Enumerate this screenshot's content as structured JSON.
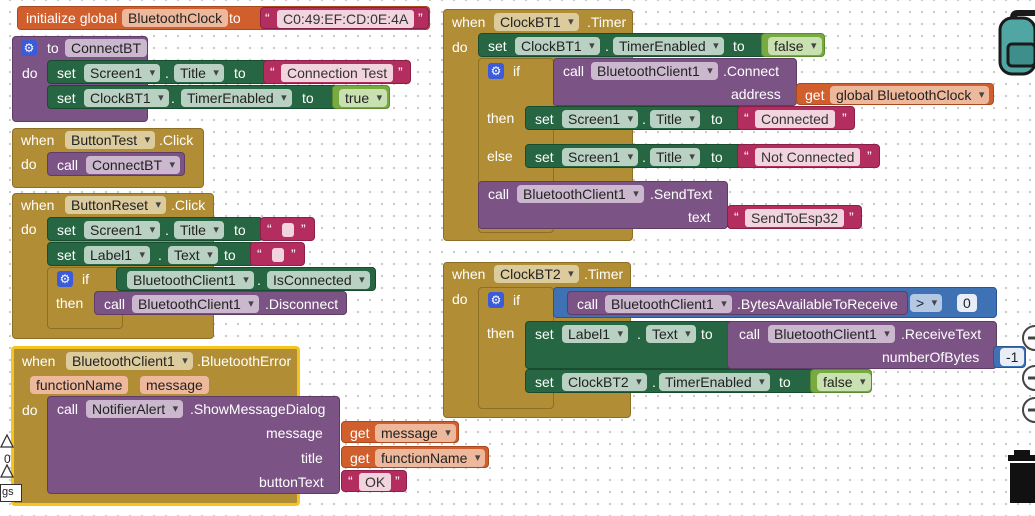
{
  "global": {
    "initialize": "initialize global",
    "name": "BluetoothClock",
    "to": "to",
    "value": "C0:49:EF:CD:0E:4A"
  },
  "kw": {
    "to": "to",
    "do": "do",
    "set": "set",
    "when": "when",
    "call": "call",
    "if": "if",
    "then": "then",
    "else": "else",
    "get": "get",
    "dot": ".",
    "address": "address",
    "text": "text",
    "message": "message",
    "title": "title",
    "buttonText": "buttonText",
    "numberOfBytes": "numberOfBytes"
  },
  "connectBT": {
    "proc": "ConnectBT",
    "s1": {
      "comp": "Screen1",
      "prop": "Title",
      "val": "Connection Test"
    },
    "s2": {
      "comp": "ClockBT1",
      "prop": "TimerEnabled",
      "val": "true"
    }
  },
  "buttonTest": {
    "comp": "ButtonTest",
    "event": ".Click",
    "call": "ConnectBT"
  },
  "buttonReset": {
    "comp": "ButtonReset",
    "event": ".Click",
    "s1": {
      "comp": "Screen1",
      "prop": "Title"
    },
    "s2": {
      "comp": "Label1",
      "prop": "Text"
    },
    "ifComp": "BluetoothClient1",
    "ifProp": "IsConnected",
    "callComp": "BluetoothClient1",
    "callMethod": ".Disconnect"
  },
  "btError": {
    "comp": "BluetoothClient1",
    "event": ".BluetoothError",
    "params": [
      "functionName",
      "message"
    ],
    "callComp": "NotifierAlert",
    "callMethod": ".ShowMessageDialog",
    "arg_message": "message",
    "arg_title": "functionName",
    "arg_button": "OK"
  },
  "clockBT1": {
    "comp": "ClockBT1",
    "event": ".Timer",
    "s1": {
      "comp": "ClockBT1",
      "prop": "TimerEnabled",
      "val": "false"
    },
    "connectComp": "BluetoothClient1",
    "connectMethod": ".Connect",
    "addrVar": "global BluetoothClock",
    "then": {
      "comp": "Screen1",
      "prop": "Title",
      "val": "Connected"
    },
    "else": {
      "comp": "Screen1",
      "prop": "Title",
      "val": "Not Connected"
    },
    "sendComp": "BluetoothClient1",
    "sendMethod": ".SendText",
    "sendVal": "SendToEsp32"
  },
  "clockBT2": {
    "comp": "ClockBT2",
    "event": ".Timer",
    "ifComp": "BluetoothClient1",
    "ifMethod": ".BytesAvailableToReceive",
    "op": ">",
    "num": "0",
    "s1": {
      "comp": "Label1",
      "prop": "Text"
    },
    "recvComp": "BluetoothClient1",
    "recvMethod": ".ReceiveText",
    "recvNum": "-1",
    "s2": {
      "comp": "ClockBT2",
      "prop": "TimerEnabled",
      "val": "false"
    }
  },
  "zoom": {
    "value": "0",
    "label": "gs"
  },
  "icons": [
    "gear-icon",
    "backpack-icon",
    "trash-icon",
    "zoom-in-icon",
    "zoom-out-icon",
    "recenter-icon"
  ]
}
